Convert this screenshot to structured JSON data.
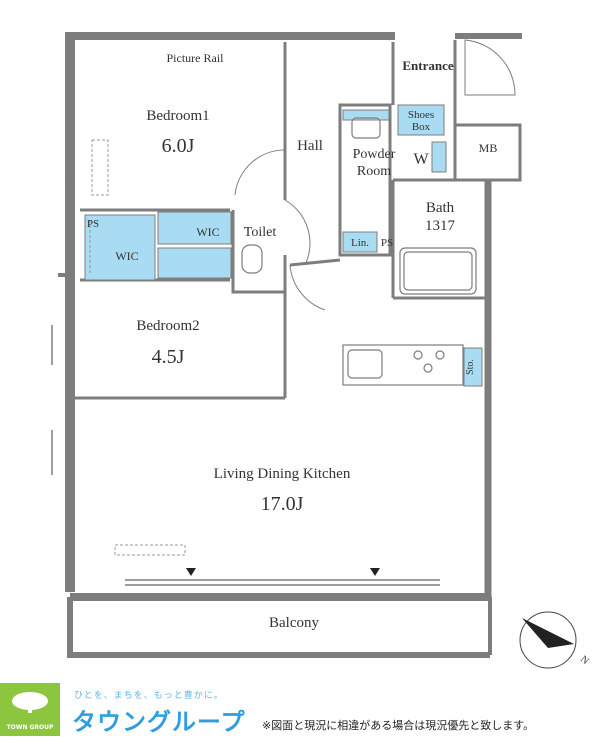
{
  "rooms": {
    "picture_rail": "Picture Rail",
    "bedroom1": "Bedroom1",
    "bedroom1_size": "6.0J",
    "hall": "Hall",
    "entrance": "Entrance",
    "shoes_box_1": "Shoes",
    "shoes_box_2": "Box",
    "mb": "MB",
    "powder_room_1": "Powder",
    "powder_room_2": "Room",
    "washer": "W",
    "bath": "Bath",
    "bath_size": "1317",
    "ps_1": "PS",
    "ps_2": "PS",
    "lin": "Lin.",
    "wic_1": "WIC",
    "wic_2": "WIC",
    "toilet": "Toilet",
    "bedroom2": "Bedroom2",
    "bedroom2_size": "4.5J",
    "sto": "Sto.",
    "ldk": "Living Dining Kitchen",
    "ldk_size": "17.0J",
    "balcony": "Balcony"
  },
  "compass": {
    "north": "N"
  },
  "footer": {
    "tagline": "ひとを、まちを、もっと豊かに。",
    "brand": "タウングループ",
    "logo_text": "TOWN GROUP",
    "notice": "※図面と現況に相違がある場合は現況優先と致します。"
  },
  "colors": {
    "wall": "#7d7d7d",
    "accent_blue": "#a9dcf2",
    "brand_green": "#8cc63f",
    "brand_blue": "#2e9ee0"
  }
}
